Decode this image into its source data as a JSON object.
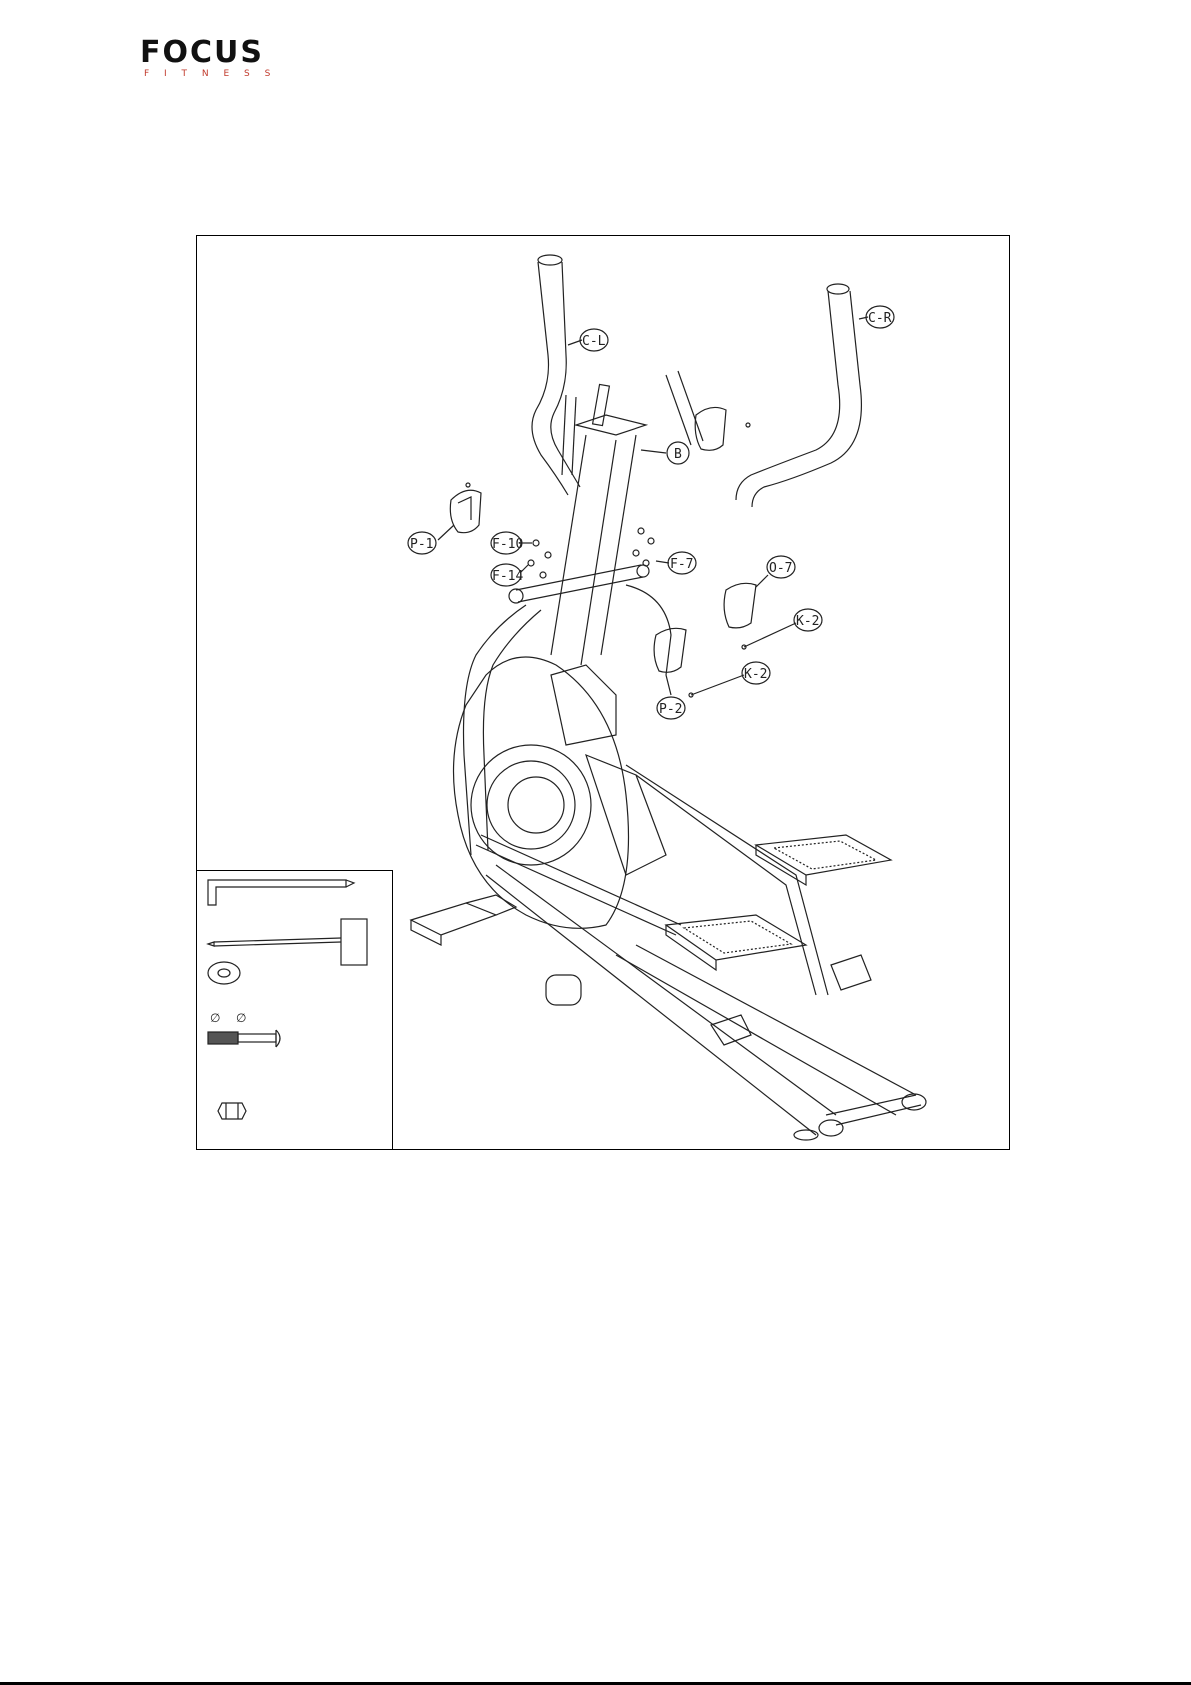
{
  "logo": {
    "brand": "FOCUS",
    "tagline": "F I T N E S S",
    "brand_color": "#111111",
    "tagline_color": "#c0392b"
  },
  "callouts": {
    "c_l": "C-L",
    "c_r": "C-R",
    "b": "B",
    "p_1": "P-1",
    "f_10": "F-10",
    "f_14": "F-14",
    "f_7": "F-7",
    "o_7": "O-7",
    "k_2a": "K-2",
    "k_2b": "K-2",
    "p_2": "P-2"
  },
  "hardware": {
    "diameter_a": "∅",
    "diameter_b": "∅"
  },
  "icons": [
    "allen-wrench-icon",
    "screwdriver-wrench-icon",
    "washer-icon",
    "bolt-icon",
    "nut-icon"
  ]
}
